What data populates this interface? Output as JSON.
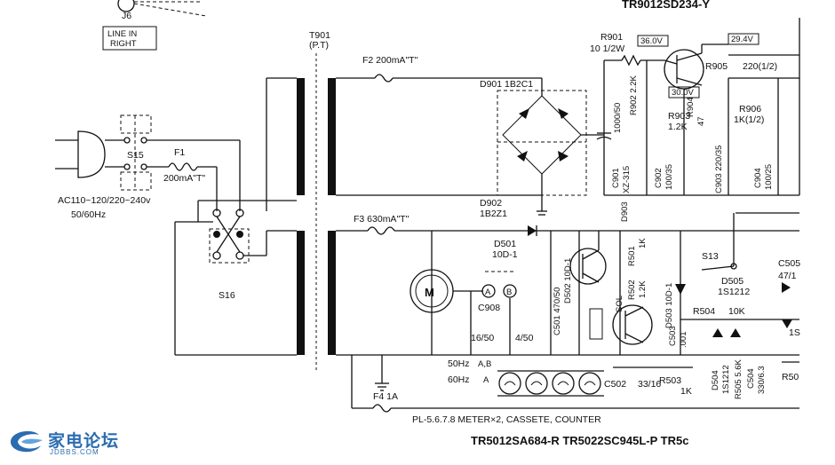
{
  "labels": {
    "j6": "J6",
    "line_in": "LINE IN",
    "right": "RIGHT",
    "t901": "T901",
    "pt": "(P.T)",
    "f2": "F2 200mA\"T\"",
    "f3": "F3 630mA\"T\"",
    "f4": "F4 1A",
    "f1": "F1",
    "f1_val": "200mA\"T\"",
    "s15": "S15",
    "s16": "S16",
    "s13": "S13",
    "ac": "AC110~120/220~240v",
    "hz": "50/60Hz",
    "d901": "D901 1B2C1",
    "d902": "D902",
    "d902_val": "1B2Z1",
    "d501": "D501",
    "d501_val": "10D-1",
    "d502": "D502 10D-1",
    "d503": "D503 10D-1",
    "d504": "D504",
    "d504_val": "1S1212",
    "d505": "D505",
    "d505_val": "1S1212",
    "d903": "D903",
    "r901": "R901",
    "r901_val": "10 1/2W",
    "r902": "R902 2.2K",
    "r903": "R903",
    "r903_val": "1.2K",
    "r904": "R904",
    "r904_val": "47",
    "r905": "R905",
    "r905_val": "220(1/2)",
    "r906": "R906",
    "r906_val": "1K(1/2)",
    "r501": "R501",
    "r501_val": "1K",
    "r502": "R502",
    "r502_val": "1.2K",
    "r503": "R503",
    "r503_val": "1K",
    "r504": "R504",
    "r504_val": "10K",
    "r505": "R505 5.6K",
    "r50x": "R50",
    "c901": "C901",
    "c901_val": "XZ-315",
    "c1000": "1000/50",
    "c902": "C902",
    "c902_val": "100/35",
    "c903": "C903 220/35",
    "c904": "C904",
    "c904_val": "100/25",
    "c501": "C501 470/50",
    "c502": "C502",
    "c502_val": "33/16",
    "c503": "C503",
    "c503_val": ".001",
    "c504": "C504",
    "c504_val": "330/6.3",
    "c505": "C505",
    "c505_val": "47/1",
    "c908": "C908",
    "c16_50": "16/50",
    "c4_50": "4/50",
    "v36": "36.0V",
    "v30": "30.0V",
    "v294": "29.4V",
    "sol": "SOL",
    "motor": "M",
    "meter_a": "A",
    "meter_b": "B",
    "hz50": "50Hz",
    "hz50_ab": "A,B",
    "hz60": "60Hz",
    "hz60_a": "A",
    "pl": "PL-5.6.7.8 METER×2, CASSETE, COUNTER",
    "tr_top": "TR9012SD234-Y",
    "tr_bottom": "TR5012SA684-R TR5022SC945L-P TR5c",
    "is": "1S"
  },
  "watermark": {
    "name": "家电论坛",
    "site": "JDBBS.COM"
  }
}
